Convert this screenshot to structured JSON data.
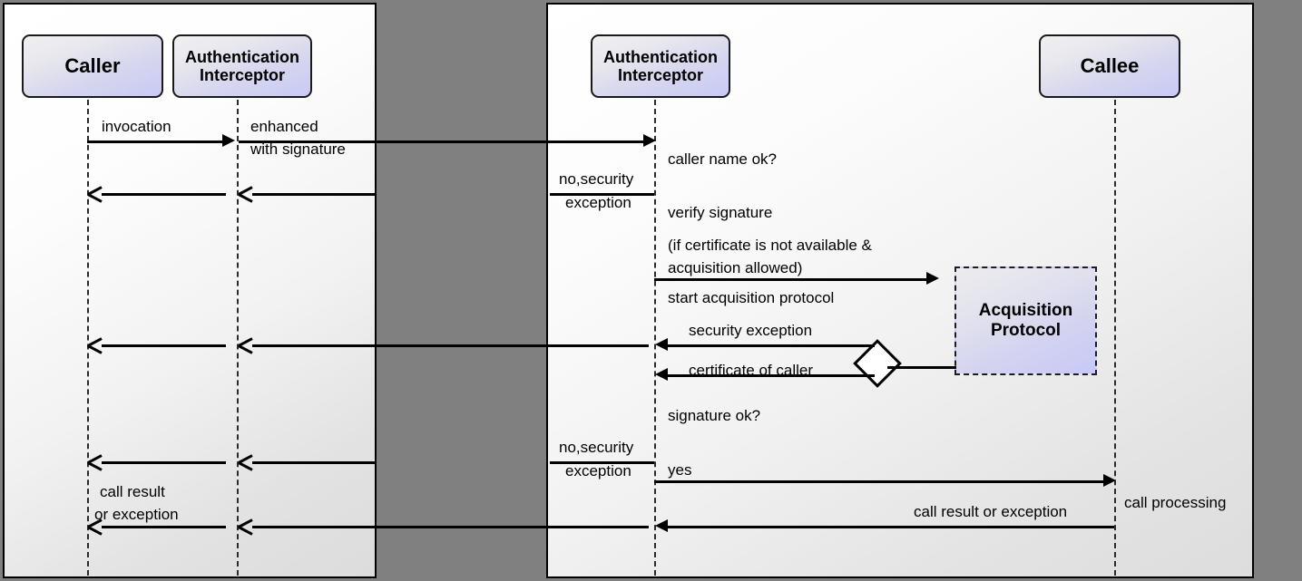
{
  "diagram": {
    "title": "Authentication Interceptor sequence diagram",
    "type": "uml-sequence-diagram"
  },
  "left_panel": {
    "actors": [
      {
        "id": "caller",
        "label": "Caller"
      },
      {
        "id": "auth-interceptor-left",
        "label": "Authentication\nInterceptor",
        "line1": "Authentication",
        "line2": "Interceptor"
      }
    ],
    "messages": [
      {
        "id": "invocation",
        "label": "invocation",
        "direction": "right"
      },
      {
        "id": "enhanced-with-signature",
        "line1": "enhanced",
        "line2": "with signature",
        "direction": "right"
      },
      {
        "id": "return-security-exception-1",
        "label": "",
        "direction": "left"
      },
      {
        "id": "return-security-exception-2",
        "label": "",
        "direction": "left"
      },
      {
        "id": "call-result-or-exception",
        "line1": "call result",
        "line2": "or exception",
        "direction": "left"
      }
    ]
  },
  "right_panel": {
    "actors": [
      {
        "id": "auth-interceptor-right",
        "label": "Authentication\nInterceptor",
        "line1": "Authentication",
        "line2": "Interceptor"
      },
      {
        "id": "callee",
        "label": "Callee"
      }
    ],
    "fragments": [
      {
        "id": "acquisition-protocol",
        "line1": "Acquisition",
        "line2": "Protocol"
      }
    ],
    "notes": [
      {
        "id": "caller-name-ok",
        "text": "caller name ok?"
      },
      {
        "id": "no-security-exception-1-a",
        "text": "no,security"
      },
      {
        "id": "no-security-exception-1-b",
        "text": "exception"
      },
      {
        "id": "verify-signature",
        "text": "verify signature"
      },
      {
        "id": "condition-cert",
        "line1": "(if certificate is not available &",
        "line2": "acquisition allowed)"
      },
      {
        "id": "start-acquisition-protocol",
        "text": "start acquisition protocol"
      },
      {
        "id": "security-exception",
        "text": "security exception"
      },
      {
        "id": "certificate-of-caller",
        "text": "certificate of caller"
      },
      {
        "id": "signature-ok",
        "text": "signature ok?"
      },
      {
        "id": "no-security-exception-2-a",
        "text": "no,security"
      },
      {
        "id": "no-security-exception-2-b",
        "text": "exception"
      },
      {
        "id": "yes",
        "text": "yes"
      },
      {
        "id": "call-result-or-exception-right",
        "text": "call result or exception"
      },
      {
        "id": "call-processing",
        "text": "call processing"
      }
    ]
  },
  "colors": {
    "background": "#808080",
    "panel_fill_start": "#ffffff",
    "panel_fill_end": "#dddddd",
    "actor_fill_start": "#f0f0f2",
    "actor_fill_end": "#c9c9f5",
    "stroke": "#000000",
    "lifeline": "#2b2b2b"
  }
}
